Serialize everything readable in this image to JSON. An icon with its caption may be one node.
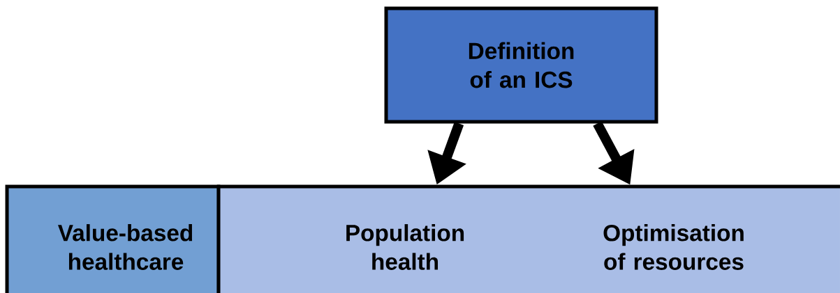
{
  "diagram": {
    "nodes": [
      {
        "text": [
          "Definition of an ICS"
        ]
      },
      {
        "text": [
          "Value-based healthcare"
        ]
      },
      {
        "text": [
          "Population health",
          "Optimisation of resources"
        ]
      }
    ],
    "edges": [
      {
        "from": 0,
        "to": 2,
        "arrow": "to"
      },
      {
        "from": 0,
        "to": 2,
        "arrow": "to"
      }
    ]
  }
}
